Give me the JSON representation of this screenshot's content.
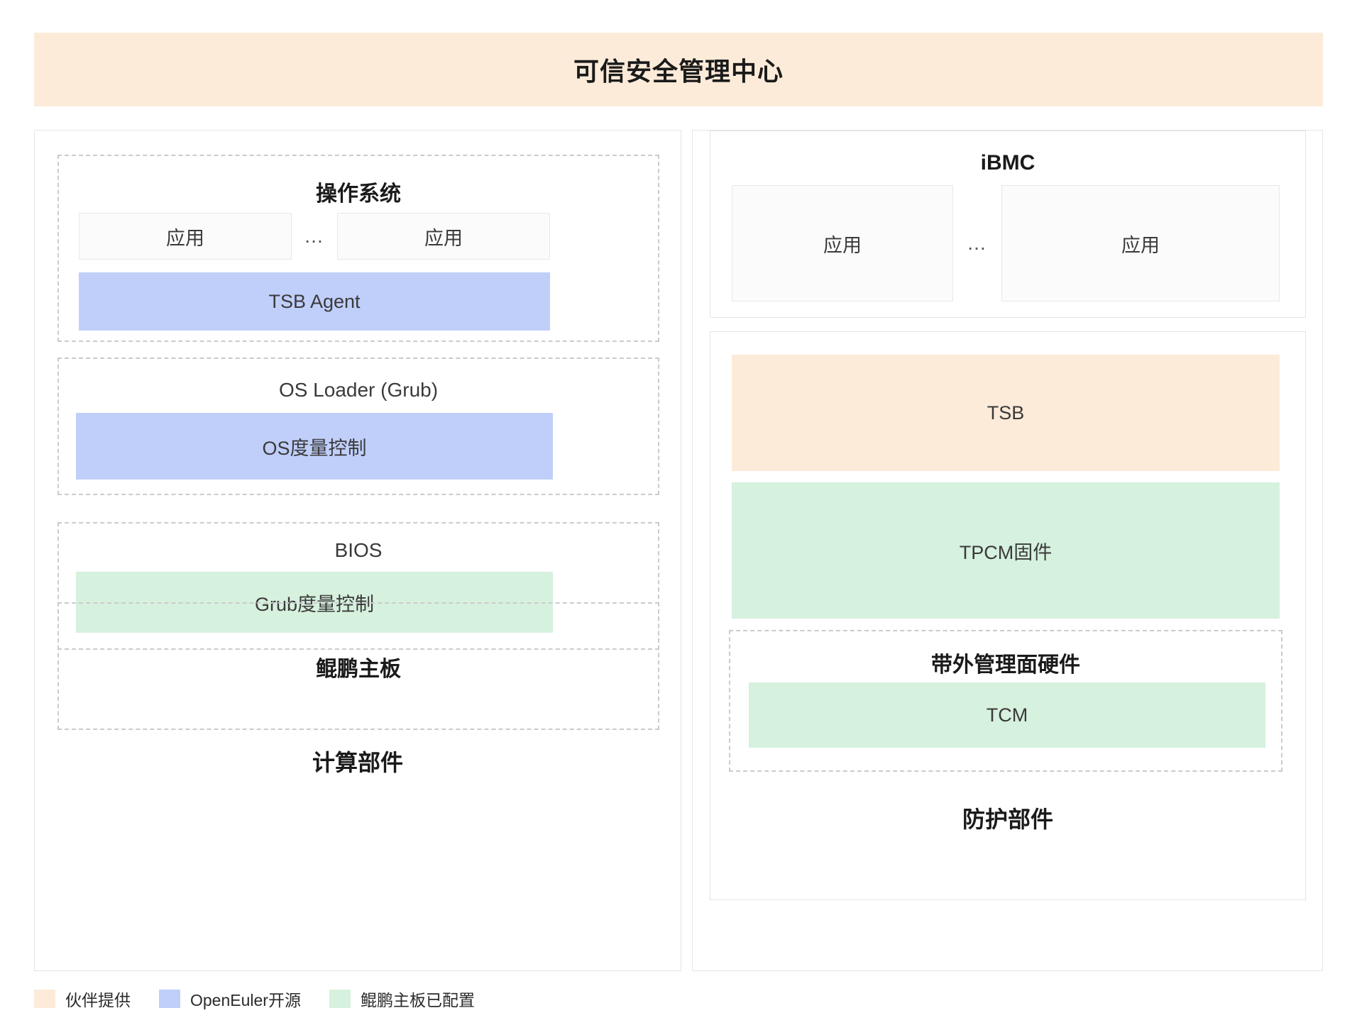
{
  "header": {
    "title": "可信安全管理中心",
    "background_color": "#FDEBD9"
  },
  "colors": {
    "partner_peach": "#FDEBD9",
    "openeuler_blue": "#C0CFFA",
    "kunpeng_green": "#D6F1DE",
    "panel_border": "#E3E5E8",
    "dashed_border": "#C9CBCF"
  },
  "left_panel": {
    "caption": "计算部件",
    "os_group": {
      "title": "操作系统",
      "apps": [
        "应用",
        "应用"
      ],
      "ellipsis": "…",
      "bar": {
        "label": "TSB Agent",
        "color": "#C0CFFA"
      }
    },
    "loader_group": {
      "title": "OS Loader (Grub)",
      "bar": {
        "label": "OS度量控制",
        "color": "#C0CFFA"
      }
    },
    "bios_group": {
      "title": "BIOS",
      "bar": {
        "label": "Grub度量控制",
        "color": "#D6F1DE"
      }
    },
    "board_group": {
      "title": "鲲鹏主板"
    }
  },
  "right_panel": {
    "caption": "防护部件",
    "ibmc_group": {
      "title": "iBMC",
      "apps": [
        "应用",
        "应用"
      ],
      "ellipsis": "…"
    },
    "stack_group": {
      "tsb_bar": {
        "label": "TSB",
        "color": "#FDEBD9"
      },
      "tpcm_bar": {
        "label": "TPCM固件",
        "color": "#D6F1DE"
      },
      "hardware_group": {
        "title": "带外管理面硬件",
        "bar": {
          "label": "TCM",
          "color": "#D6F1DE"
        }
      }
    }
  },
  "legend": {
    "items": [
      {
        "label": "伙伴提供",
        "color": "#FDEBD9"
      },
      {
        "label": "OpenEuler开源",
        "color": "#C0CFFA"
      },
      {
        "label": "鲲鹏主板已配置",
        "color": "#D6F1DE"
      }
    ]
  }
}
